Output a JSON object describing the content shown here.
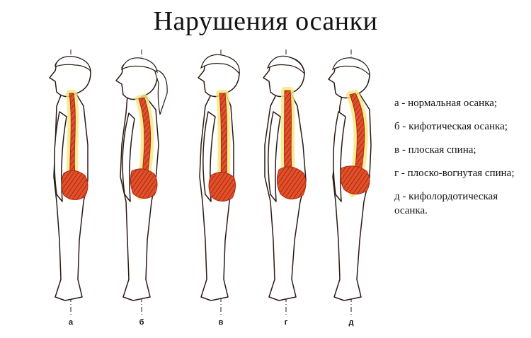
{
  "title": "Нарушения осанки",
  "figures": [
    {
      "letter": "а"
    },
    {
      "letter": "б"
    },
    {
      "letter": "в"
    },
    {
      "letter": "г"
    },
    {
      "letter": "д"
    }
  ],
  "legend": [
    "а - нормальная осанка;",
    "б - кифотическая осанка;",
    "в - плоская спина;",
    "г - плоско-вогнутая спина;",
    "д - кифолордотическая осанка."
  ],
  "colors": {
    "line": "#2a1a14",
    "spine": "#e2502a",
    "spine_dark": "#a82a14",
    "glow": "#f5e67a"
  }
}
